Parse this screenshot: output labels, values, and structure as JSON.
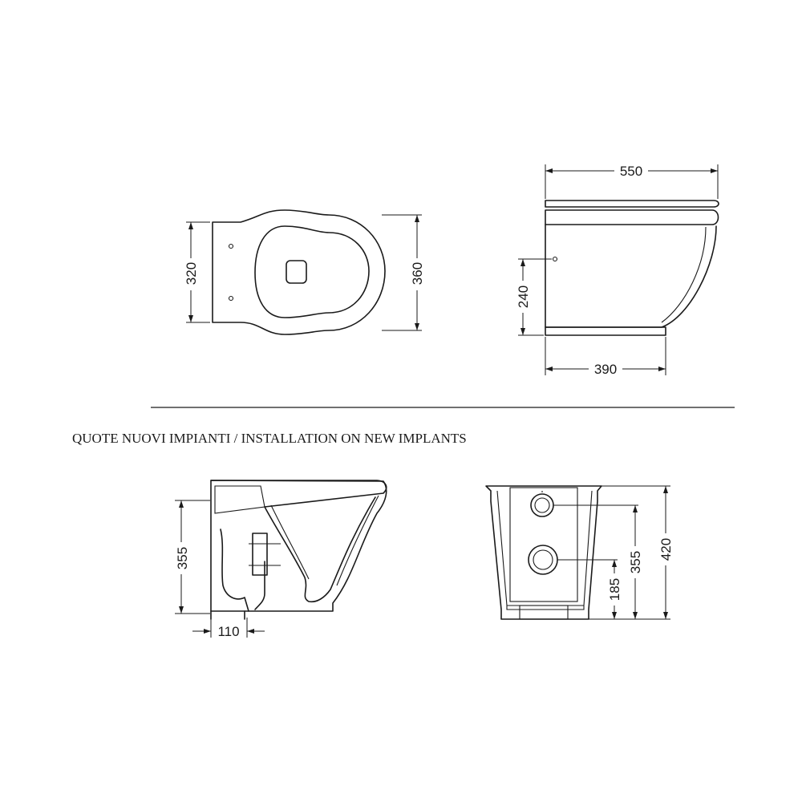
{
  "caption": "QUOTE NUOVI IMPIANTI / INSTALLATION ON NEW IMPLANTS",
  "dimensions": {
    "top_view_width": "320",
    "top_view_depth": "360",
    "side_view_length": "550",
    "side_view_inlet_height": "240",
    "side_view_base": "390",
    "section_height": "355",
    "section_offset": "110",
    "rear_view_total_height": "420",
    "rear_view_upper_hole": "355",
    "rear_view_lower_hole": "185"
  }
}
